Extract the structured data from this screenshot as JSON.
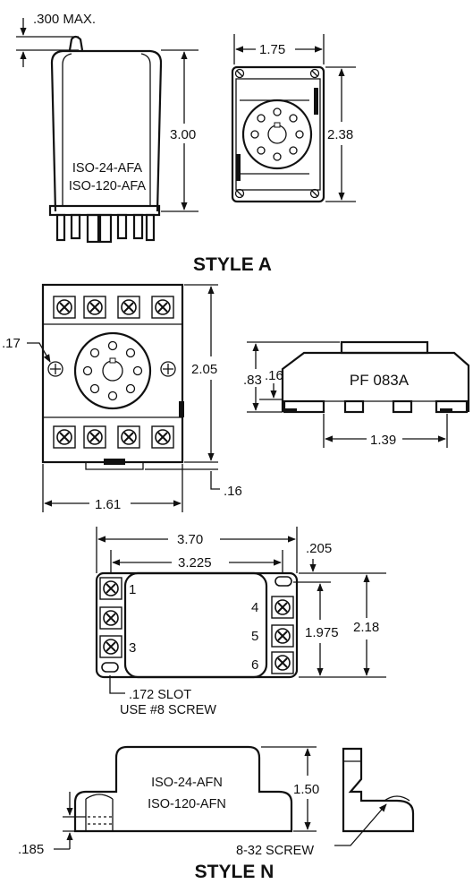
{
  "style_a": {
    "pin_max": ".300 MAX.",
    "height": "3.00",
    "width": "1.75",
    "depth": "2.38",
    "model_1": "ISO-24-AFA",
    "model_2": "ISO-120-AFA",
    "caption": "STYLE A"
  },
  "socket": {
    "hole": ".17",
    "height": "2.05",
    "width": "1.61",
    "offset": ".16",
    "side_height": ".83",
    "side_step": ".16",
    "part_no": "PF 083A",
    "side_width": "1.39"
  },
  "style_n": {
    "overall": "3.70",
    "mount_spacing": "3.225",
    "edge": ".205",
    "inner_height": "1.975",
    "outer_height": "2.18",
    "terminals": [
      "1",
      "3",
      "4",
      "5",
      "6"
    ],
    "slot_1": ".172 SLOT",
    "slot_2": "USE #8 SCREW",
    "model_1": "ISO-24-AFN",
    "model_2": "ISO-120-AFN",
    "body_height": "1.50",
    "base": ".185",
    "screw": "8-32 SCREW",
    "caption": "STYLE N"
  }
}
